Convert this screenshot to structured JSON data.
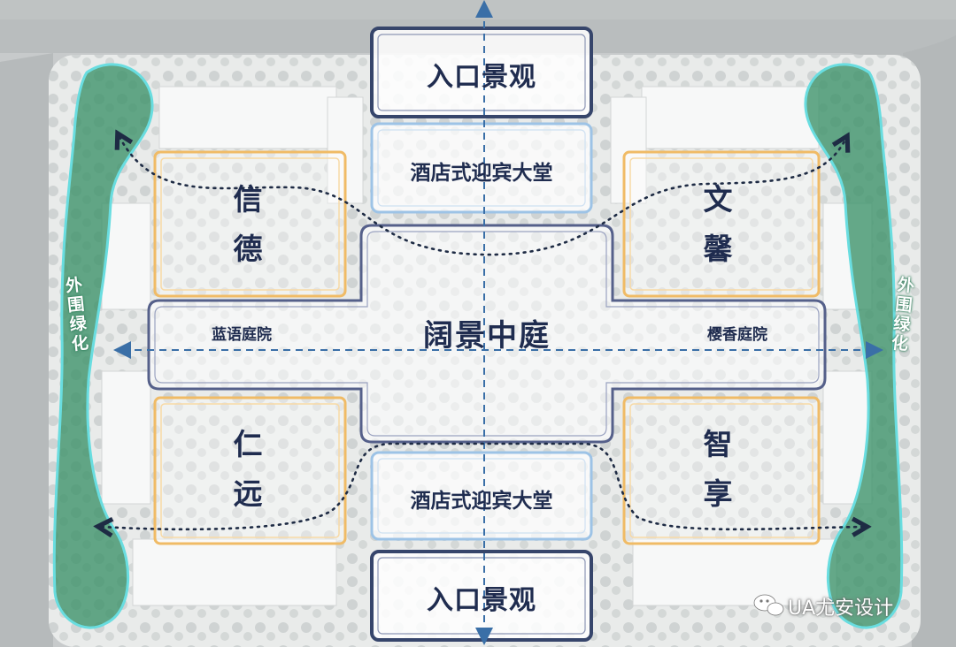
{
  "colors": {
    "accent_navy": "#36456b",
    "plot_orange": "#f0bb66",
    "lobby_blue": "#9dc3e6",
    "greenbelt": "#3f946b",
    "greenbelt_edge": "#69dde0",
    "axis_arrow": "#3a6fa7"
  },
  "labels": {
    "entry_top": "入口景观",
    "lobby_top": "酒店式迎宾大堂",
    "central_court": "阔景中庭",
    "lobby_bottom": "酒店式迎宾大堂",
    "entry_bottom": "入口景观",
    "yard_left": "蓝语庭院",
    "yard_right": "樱香庭院",
    "green_left": "外围绿化",
    "green_right": "外围绿化"
  },
  "plots": [
    {
      "id": "top-left",
      "chars": [
        "信",
        "德"
      ]
    },
    {
      "id": "top-right",
      "chars": [
        "文",
        "馨"
      ]
    },
    {
      "id": "bottom-left",
      "chars": [
        "仁",
        "远"
      ]
    },
    {
      "id": "bottom-right",
      "chars": [
        "智",
        "享"
      ]
    }
  ],
  "watermark": "UA尤安设计",
  "icons": [
    "wechat-icon",
    "arrow-up-icon",
    "arrow-down-icon",
    "arrow-left-icon",
    "arrow-right-icon"
  ]
}
